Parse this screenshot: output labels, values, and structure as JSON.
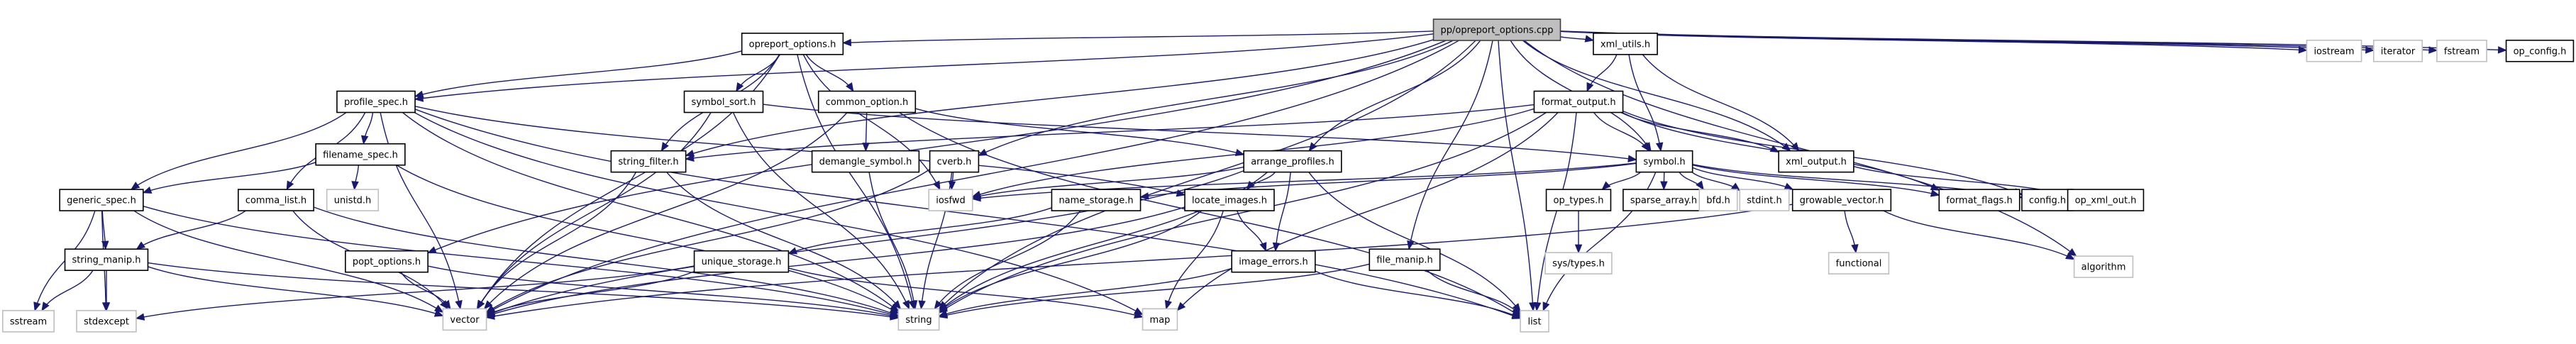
{
  "diagram": {
    "title": "pp/opreport_options.cpp include dependency graph",
    "colors": {
      "edge": "#191970",
      "root_fill": "#bfbfbf",
      "local_border": "#000000",
      "system_border": "#bfbfbf"
    },
    "nodes": [
      {
        "id": "root",
        "label": "pp/opreport_options.cpp",
        "kind": "root"
      },
      {
        "id": "opreport_options_h",
        "label": "opreport_options.h",
        "kind": "local"
      },
      {
        "id": "xml_utils_h",
        "label": "xml_utils.h",
        "kind": "local"
      },
      {
        "id": "iostream",
        "label": "iostream",
        "kind": "sys"
      },
      {
        "id": "iterator",
        "label": "iterator",
        "kind": "sys"
      },
      {
        "id": "fstream",
        "label": "fstream",
        "kind": "sys"
      },
      {
        "id": "op_config_h",
        "label": "op_config.h",
        "kind": "local"
      },
      {
        "id": "profile_spec_h",
        "label": "profile_spec.h",
        "kind": "local"
      },
      {
        "id": "symbol_sort_h",
        "label": "symbol_sort.h",
        "kind": "local"
      },
      {
        "id": "common_option_h",
        "label": "common_option.h",
        "kind": "local"
      },
      {
        "id": "format_output_h",
        "label": "format_output.h",
        "kind": "local"
      },
      {
        "id": "filename_spec_h",
        "label": "filename_spec.h",
        "kind": "local"
      },
      {
        "id": "string_filter_h",
        "label": "string_filter.h",
        "kind": "local"
      },
      {
        "id": "demangle_symbol_h",
        "label": "demangle_symbol.h",
        "kind": "local"
      },
      {
        "id": "cverb_h",
        "label": "cverb.h",
        "kind": "local"
      },
      {
        "id": "arrange_profiles_h",
        "label": "arrange_profiles.h",
        "kind": "local"
      },
      {
        "id": "symbol_h",
        "label": "symbol.h",
        "kind": "local"
      },
      {
        "id": "xml_output_h",
        "label": "xml_output.h",
        "kind": "local"
      },
      {
        "id": "generic_spec_h",
        "label": "generic_spec.h",
        "kind": "local"
      },
      {
        "id": "unistd_h",
        "label": "unistd.h",
        "kind": "sys"
      },
      {
        "id": "comma_list_h",
        "label": "comma_list.h",
        "kind": "local"
      },
      {
        "id": "iosfwd",
        "label": "iosfwd",
        "kind": "sys"
      },
      {
        "id": "name_storage_h",
        "label": "name_storage.h",
        "kind": "local"
      },
      {
        "id": "locate_images_h",
        "label": "locate_images.h",
        "kind": "local"
      },
      {
        "id": "op_types_h",
        "label": "op_types.h",
        "kind": "local"
      },
      {
        "id": "sparse_array_h",
        "label": "sparse_array.h",
        "kind": "local"
      },
      {
        "id": "bfd_h",
        "label": "bfd.h",
        "kind": "sys"
      },
      {
        "id": "stdint_h",
        "label": "stdint.h",
        "kind": "sys"
      },
      {
        "id": "growable_vector_h",
        "label": "growable_vector.h",
        "kind": "local"
      },
      {
        "id": "format_flags_h",
        "label": "format_flags.h",
        "kind": "local"
      },
      {
        "id": "config_h",
        "label": "config.h",
        "kind": "local"
      },
      {
        "id": "op_xml_out_h",
        "label": "op_xml_out.h",
        "kind": "local"
      },
      {
        "id": "string_manip_h",
        "label": "string_manip.h",
        "kind": "local"
      },
      {
        "id": "popt_options_h",
        "label": "popt_options.h",
        "kind": "local"
      },
      {
        "id": "unique_storage_h",
        "label": "unique_storage.h",
        "kind": "local"
      },
      {
        "id": "image_errors_h",
        "label": "image_errors.h",
        "kind": "local"
      },
      {
        "id": "file_manip_h",
        "label": "file_manip.h",
        "kind": "local"
      },
      {
        "id": "sys_types_h",
        "label": "sys/types.h",
        "kind": "sys"
      },
      {
        "id": "functional",
        "label": "functional",
        "kind": "sys"
      },
      {
        "id": "algorithm",
        "label": "algorithm",
        "kind": "sys"
      },
      {
        "id": "sstream",
        "label": "sstream",
        "kind": "sys"
      },
      {
        "id": "stdexcept",
        "label": "stdexcept",
        "kind": "sys"
      },
      {
        "id": "vector",
        "label": "vector",
        "kind": "sys"
      },
      {
        "id": "string",
        "label": "string",
        "kind": "sys"
      },
      {
        "id": "map",
        "label": "map",
        "kind": "sys"
      },
      {
        "id": "list",
        "label": "list",
        "kind": "sys"
      }
    ],
    "edges": [
      [
        "root",
        "opreport_options_h"
      ],
      [
        "root",
        "xml_utils_h"
      ],
      [
        "root",
        "iostream"
      ],
      [
        "root",
        "iterator"
      ],
      [
        "root",
        "fstream"
      ],
      [
        "root",
        "op_config_h"
      ],
      [
        "root",
        "profile_spec_h"
      ],
      [
        "root",
        "string_filter_h"
      ],
      [
        "root",
        "cverb_h"
      ],
      [
        "root",
        "arrange_profiles_h"
      ],
      [
        "root",
        "xml_output_h"
      ],
      [
        "root",
        "popt_options_h"
      ],
      [
        "root",
        "file_manip_h"
      ],
      [
        "root",
        "vector"
      ],
      [
        "root",
        "string"
      ],
      [
        "root",
        "list"
      ],
      [
        "root",
        "algorithm"
      ],
      [
        "root",
        "symbol_h"
      ],
      [
        "opreport_options_h",
        "symbol_sort_h"
      ],
      [
        "opreport_options_h",
        "common_option_h"
      ],
      [
        "opreport_options_h",
        "string_filter_h"
      ],
      [
        "opreport_options_h",
        "iosfwd"
      ],
      [
        "opreport_options_h",
        "string"
      ],
      [
        "opreport_options_h",
        "vector"
      ],
      [
        "opreport_options_h",
        "profile_spec_h"
      ],
      [
        "xml_utils_h",
        "format_output_h"
      ],
      [
        "xml_utils_h",
        "symbol_h"
      ],
      [
        "xml_utils_h",
        "xml_output_h"
      ],
      [
        "profile_spec_h",
        "filename_spec_h"
      ],
      [
        "profile_spec_h",
        "generic_spec_h"
      ],
      [
        "profile_spec_h",
        "comma_list_h"
      ],
      [
        "profile_spec_h",
        "vector"
      ],
      [
        "profile_spec_h",
        "string"
      ],
      [
        "profile_spec_h",
        "list"
      ],
      [
        "profile_spec_h",
        "map"
      ],
      [
        "profile_spec_h",
        "locate_images_h"
      ],
      [
        "symbol_sort_h",
        "vector"
      ],
      [
        "symbol_sort_h",
        "string"
      ],
      [
        "symbol_sort_h",
        "symbol_h"
      ],
      [
        "common_option_h",
        "demangle_symbol_h"
      ],
      [
        "common_option_h",
        "vector"
      ],
      [
        "common_option_h",
        "list"
      ],
      [
        "common_option_h",
        "arrange_profiles_h"
      ],
      [
        "format_output_h",
        "string_filter_h"
      ],
      [
        "format_output_h",
        "symbol_h"
      ],
      [
        "format_output_h",
        "xml_output_h"
      ],
      [
        "format_output_h",
        "format_flags_h"
      ],
      [
        "format_output_h",
        "config_h"
      ],
      [
        "format_output_h",
        "iosfwd"
      ],
      [
        "format_output_h",
        "string"
      ],
      [
        "format_output_h",
        "map"
      ],
      [
        "format_output_h",
        "list"
      ],
      [
        "filename_spec_h",
        "generic_spec_h"
      ],
      [
        "filename_spec_h",
        "unistd_h"
      ],
      [
        "filename_spec_h",
        "string"
      ],
      [
        "string_filter_h",
        "vector"
      ],
      [
        "string_filter_h",
        "string"
      ],
      [
        "demangle_symbol_h",
        "string"
      ],
      [
        "cverb_h",
        "iosfwd"
      ],
      [
        "cverb_h",
        "string"
      ],
      [
        "cverb_h",
        "vector"
      ],
      [
        "arrange_profiles_h",
        "locate_images_h"
      ],
      [
        "arrange_profiles_h",
        "image_errors_h"
      ],
      [
        "arrange_profiles_h",
        "list"
      ],
      [
        "arrange_profiles_h",
        "string"
      ],
      [
        "arrange_profiles_h",
        "vector"
      ],
      [
        "arrange_profiles_h",
        "iosfwd"
      ],
      [
        "symbol_h",
        "name_storage_h"
      ],
      [
        "symbol_h",
        "op_types_h"
      ],
      [
        "symbol_h",
        "sparse_array_h"
      ],
      [
        "symbol_h",
        "bfd_h"
      ],
      [
        "symbol_h",
        "stdint_h"
      ],
      [
        "symbol_h",
        "growable_vector_h"
      ],
      [
        "symbol_h",
        "format_flags_h"
      ],
      [
        "symbol_h",
        "config_h"
      ],
      [
        "symbol_h",
        "list"
      ],
      [
        "symbol_h",
        "iosfwd"
      ],
      [
        "xml_output_h",
        "op_xml_out_h"
      ],
      [
        "generic_spec_h",
        "string_manip_h"
      ],
      [
        "generic_spec_h",
        "sstream"
      ],
      [
        "generic_spec_h",
        "stdexcept"
      ],
      [
        "generic_spec_h",
        "string"
      ],
      [
        "generic_spec_h",
        "vector"
      ],
      [
        "comma_list_h",
        "string_manip_h"
      ],
      [
        "comma_list_h",
        "vector"
      ],
      [
        "comma_list_h",
        "string"
      ],
      [
        "name_storage_h",
        "unique_storage_h"
      ],
      [
        "name_storage_h",
        "string"
      ],
      [
        "locate_images_h",
        "image_errors_h"
      ],
      [
        "locate_images_h",
        "map"
      ],
      [
        "locate_images_h",
        "string"
      ],
      [
        "locate_images_h",
        "vector"
      ],
      [
        "op_types_h",
        "sys_types_h"
      ],
      [
        "growable_vector_h",
        "functional"
      ],
      [
        "growable_vector_h",
        "algorithm"
      ],
      [
        "growable_vector_h",
        "vector"
      ],
      [
        "string_manip_h",
        "sstream"
      ],
      [
        "string_manip_h",
        "stdexcept"
      ],
      [
        "string_manip_h",
        "vector"
      ],
      [
        "string_manip_h",
        "string"
      ],
      [
        "popt_options_h",
        "vector"
      ],
      [
        "popt_options_h",
        "string"
      ],
      [
        "unique_storage_h",
        "vector"
      ],
      [
        "unique_storage_h",
        "map"
      ],
      [
        "unique_storage_h",
        "stdexcept"
      ],
      [
        "image_errors_h",
        "string"
      ],
      [
        "image_errors_h",
        "list"
      ],
      [
        "file_manip_h",
        "string"
      ],
      [
        "file_manip_h",
        "list"
      ]
    ]
  }
}
